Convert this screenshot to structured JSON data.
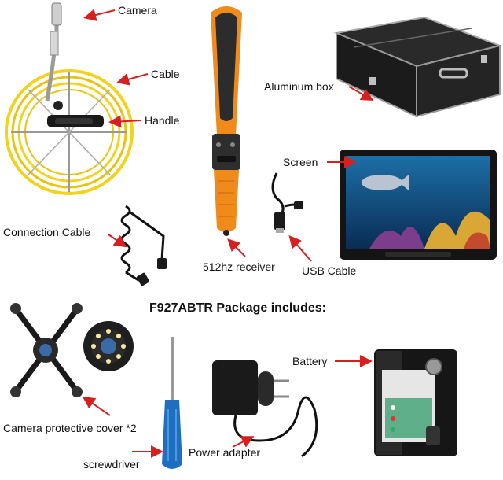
{
  "title": "F927ABTR Package includes:",
  "labels": {
    "camera": "Camera",
    "cable": "Cable",
    "handle": "Handle",
    "aluminum_box": "Aluminum box",
    "screen": "Screen",
    "connection_cable": "Connection Cable",
    "receiver": "512hz receiver",
    "usb_cable": "USB Cable",
    "battery": "Battery",
    "camera_cover": "Camera protective cover *2",
    "screwdriver": "screwdriver",
    "power_adapter": "Power adapter"
  },
  "colors": {
    "arrow": "#d62020",
    "cable_yellow": "#f2d21c",
    "receiver_orange": "#f08a1a",
    "screwdriver_blue": "#1f6fc0",
    "case_black": "#1a1a1a"
  }
}
